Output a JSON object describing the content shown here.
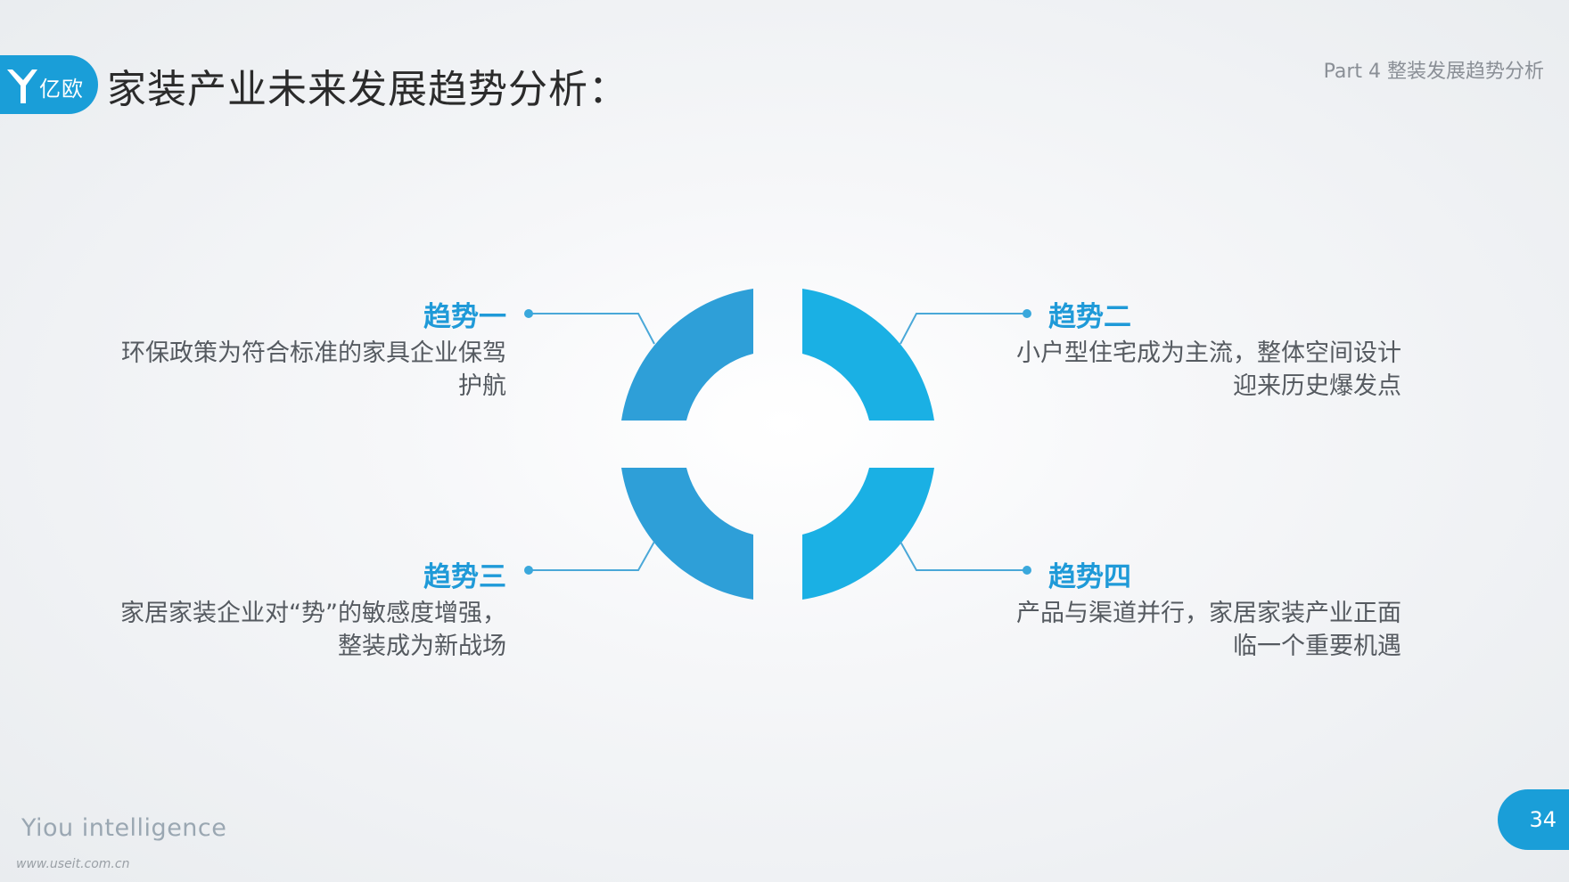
{
  "header": {
    "logo_text": "亿欧",
    "title": "家装产业未来发展趋势分析：",
    "part_label": "Part 4 整装发展趋势分析"
  },
  "trends": [
    {
      "title": "趋势一",
      "text": "环保政策为符合标准的家具企业保驾护航"
    },
    {
      "title": "趋势二",
      "text": "小户型住宅成为主流，整体空间设计迎来历史爆发点"
    },
    {
      "title": "趋势三",
      "text": "家居家装企业对“势”的敏感度增强，整装成为新战场"
    },
    {
      "title": "趋势四",
      "text": "产品与渠道并行，家居家装产业正面临一个重要机遇"
    }
  ],
  "colors": {
    "accent_dark": "#2e9fd8",
    "accent_light": "#1ab0e4",
    "connector": "#4aa8d8",
    "title_blue": "#1f9ad8"
  },
  "footer": {
    "brand": "Yiou intelligence",
    "url": "www.useit.com.cn",
    "page_number": "34"
  }
}
